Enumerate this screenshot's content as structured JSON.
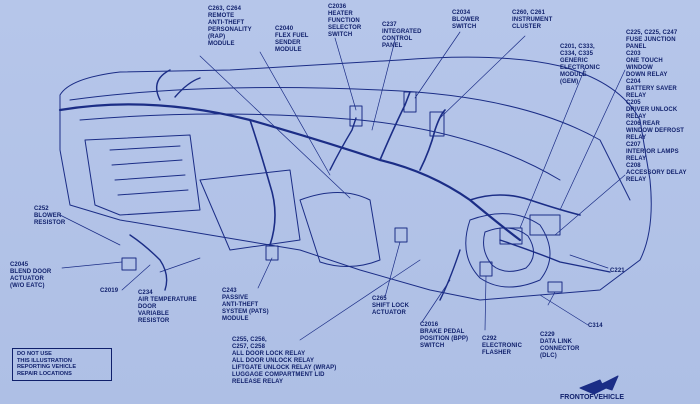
{
  "colors": {
    "background": "#b3c3e7",
    "ink": "#0f1f6b",
    "wire": "#1b2d86"
  },
  "labels": {
    "c263": "C263, C264\nREMOTE\nANTI-THEFT\nPERSONALITY\n(RAP)\nMODULE",
    "c2040": "C2040\nFLEX FUEL\nSENDER\nMODULE",
    "c2036": "C2036\nHEATER\nFUNCTION\nSELECTOR\nSWITCH",
    "c237": "C237\nINTEGRATED\nCONTROL\nPANEL",
    "c2034": "C2034\nBLOWER\nSWITCH",
    "c260": "C260, C261\nINSTRUMENT\nCLUSTER",
    "c225": "C225, C225, C247\nFUSE JUNCTION\nPANEL\nC203\nONE TOUCH\nWINDOW\nDOWN RELAY\nC204\nBATTERY SAVER\nRELAY\nC205\nDRIVER UNLOCK\nRELAY\nC206 REAR\nWINDOW DEFROST\nRELAY\nC207\nINTERIOR LAMPS\nRELAY\nC208\nACCESSORY DELAY\nRELAY",
    "c201": "C201, C333,\nC334, C335\nGENERIC\nELECTRONIC\nMODULE\n(GEM)",
    "c252": "C252\nBLOWER\nRESISTOR",
    "c2045": "C2045\nBLEND DOOR\nACTUATOR\n(W/O EATC)",
    "c2019": "C2019",
    "c234": "C234\nAIR TEMPERATURE\nDOOR\nVARIABLE\nRESISTOR",
    "c243": "C243\nPASSIVE\nANTI-THEFT\nSYSTEM (PATS)\nMODULE",
    "c255": "C255, C256,\nC257, C258\nALL DOOR LOCK RELAY\nALL DOOR UNLOCK RELAY\nLIFTGATE UNLOCK RELAY (WRAP)\nLUGGAGE COMPARTMENT LID\nRELEASE RELAY",
    "c265": "C265\nSHIFT LOCK\nACTUATOR",
    "c2016": "C2016\nBRAKE PEDAL\nPOSITION (BPP)\nSWITCH",
    "c292": "C292\nELECTRONIC\nFLASHER",
    "c229": "C229\nDATA LINK\nCONNECTOR\n(DLC)",
    "c314": "C314",
    "c221": "C221"
  },
  "note": "DO NOT USE\nTHIS ILLUSTRATION\nREPORTING VEHICLE\nREPAIR LOCATIONS",
  "front_label": "FRONTOFVEHICLE"
}
